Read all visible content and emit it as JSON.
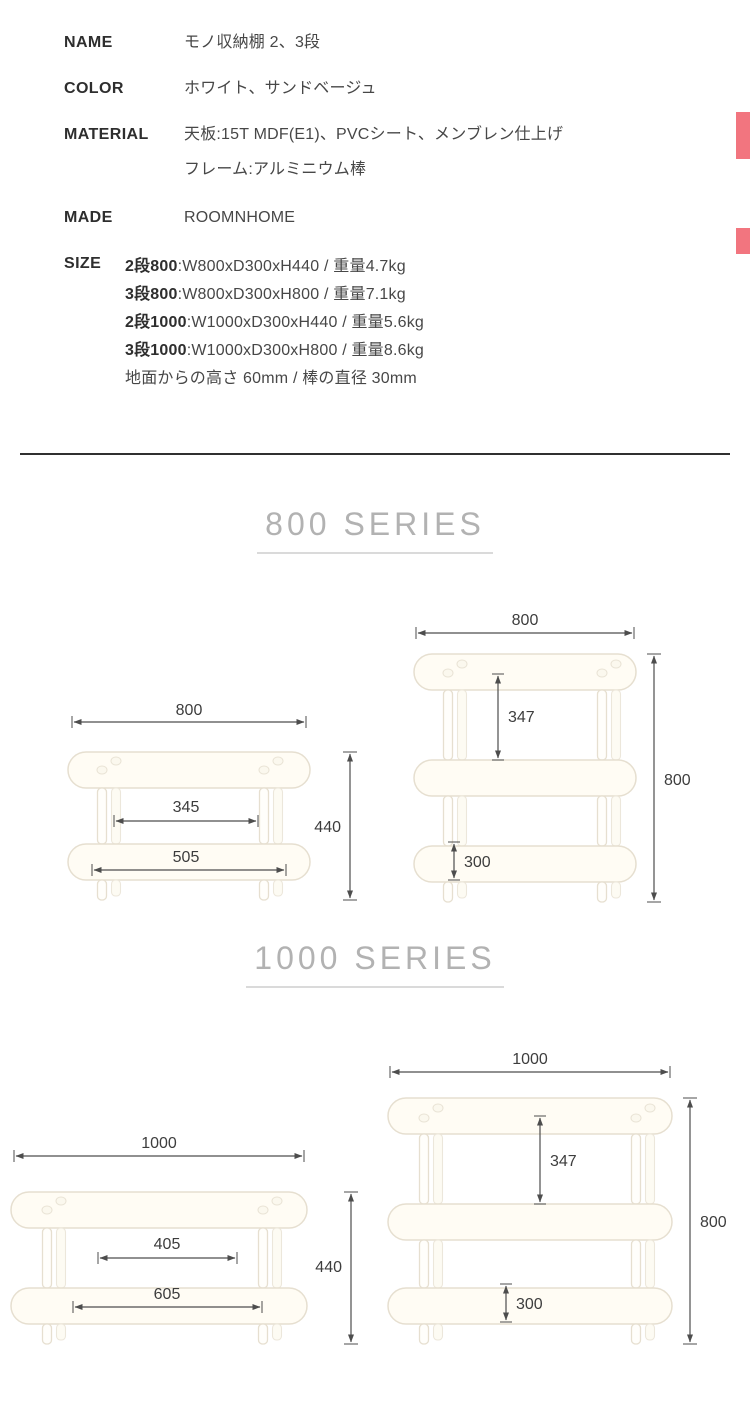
{
  "colors": {
    "ribbon_pink": "#f2757f",
    "series_title_gray": "#b2b2b2",
    "divider_dark": "#303030",
    "shelf_fill": "#fffcf4",
    "shelf_stroke": "#e6dfd0",
    "dimension_line": "#4d4d4d"
  },
  "specs": {
    "name": {
      "label": "NAME",
      "value": "モノ収納棚 2、3段"
    },
    "color": {
      "label": "COLOR",
      "value": "ホワイト、サンドベージュ"
    },
    "material": {
      "label": "MATERIAL",
      "line1": "天板:15T MDF(E1)、PVCシート、メンブレン仕上げ",
      "line2": "フレーム:アルミニウム棒"
    },
    "made": {
      "label": "MADE",
      "value": "ROOMNHOME"
    },
    "size": {
      "label": "SIZE",
      "items": [
        {
          "name": "2段800",
          "spec": ":W800xD300xH440 / 重量4.7kg"
        },
        {
          "name": "3段800",
          "spec": ":W800xD300xH800 / 重量7.1kg"
        },
        {
          "name": "2段1000",
          "spec": ":W1000xD300xH440 / 重量5.6kg"
        },
        {
          "name": "3段1000",
          "spec": ":W1000xD300xH800 / 重量8.6kg"
        }
      ],
      "note": "地面からの高さ 60mm / 棒の直径 30mm"
    }
  },
  "series_800": {
    "title": "800 SERIES",
    "two_tier": {
      "width": "800",
      "shelf_gap": "345",
      "shelf_span": "505",
      "height": "440"
    },
    "three_tier": {
      "width": "800",
      "upper_gap": "347",
      "lower_gap": "300",
      "height": "800"
    }
  },
  "series_1000": {
    "title": "1000 SERIES",
    "two_tier": {
      "width": "1000",
      "shelf_gap": "405",
      "shelf_span": "605",
      "height": "440"
    },
    "three_tier": {
      "width": "1000",
      "upper_gap": "347",
      "lower_gap": "300",
      "height": "800"
    }
  }
}
